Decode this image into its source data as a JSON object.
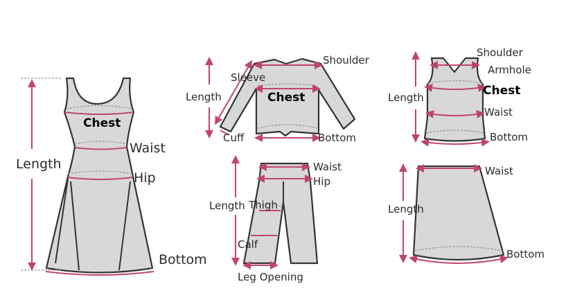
{
  "colors": {
    "measure": "#c0456e",
    "garment": "#d8d8d8",
    "outline": "#333333"
  },
  "dress": {
    "length": "Length",
    "chest": "Chest",
    "waist": "Waist",
    "hip": "Hip",
    "bottom": "Bottom"
  },
  "top": {
    "shoulder": "Shoulder",
    "sleeve": "Sleeve",
    "length": "Length",
    "chest": "Chest",
    "cuff": "Cuff",
    "bottom": "Bottom"
  },
  "pants": {
    "waist": "Waist",
    "hip": "Hip",
    "length": "Length",
    "thigh": "Thigh",
    "calf": "Calf",
    "leg_opening": "Leg Opening"
  },
  "vest": {
    "shoulder": "Shoulder",
    "armhole": "Armhole",
    "length": "Length",
    "chest": "Chest",
    "waist": "Waist",
    "bottom": "Bottom"
  },
  "skirt": {
    "waist": "Waist",
    "length": "Length",
    "bottom": "Bottom"
  }
}
